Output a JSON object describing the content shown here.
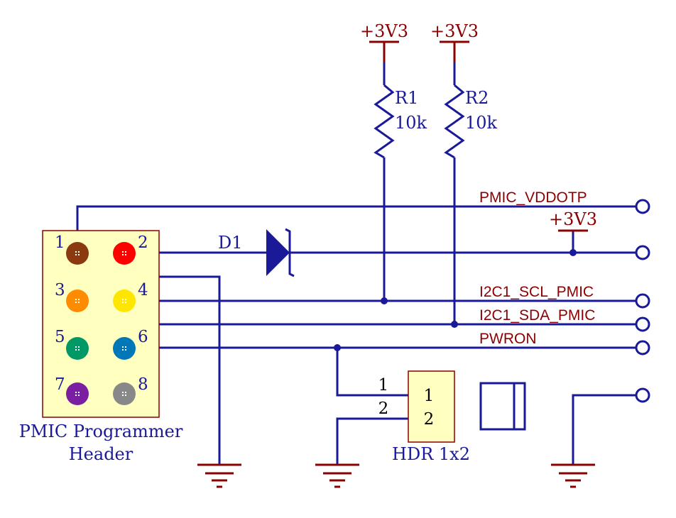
{
  "power_labels": {
    "r1_supply": "+3V3",
    "r2_supply": "+3V3",
    "diode_supply": "+3V3"
  },
  "resistors": {
    "r1": {
      "ref": "R1",
      "value": "10k"
    },
    "r2": {
      "ref": "R2",
      "value": "10k"
    }
  },
  "diode": {
    "ref": "D1"
  },
  "nets": {
    "vddotp": "PMIC_VDDOTP",
    "scl": "I2C1_SCL_PMIC",
    "sda": "I2C1_SDA_PMIC",
    "pwron": "PWRON"
  },
  "programmer_header": {
    "label_line1": "PMIC Programmer",
    "label_line2": "Header",
    "pins": [
      {
        "number": "1",
        "color": "#8B3A0F"
      },
      {
        "number": "2",
        "color": "#FF0000"
      },
      {
        "number": "3",
        "color": "#FF8C00"
      },
      {
        "number": "4",
        "color": "#FFE600"
      },
      {
        "number": "5",
        "color": "#009966"
      },
      {
        "number": "6",
        "color": "#0077B6"
      },
      {
        "number": "7",
        "color": "#7B1FA2"
      },
      {
        "number": "8",
        "color": "#888888"
      }
    ]
  },
  "hdr": {
    "label": "HDR 1x2",
    "pin1": "1",
    "pin2": "2",
    "pin1_outside": "1",
    "pin2_outside": "2"
  },
  "colors": {
    "wire": "#1a1a99",
    "power_symbol": "#8B0000",
    "body_fill": "#FFFFC0",
    "body_stroke": "#8B0000",
    "junction": "#1a1a99"
  }
}
